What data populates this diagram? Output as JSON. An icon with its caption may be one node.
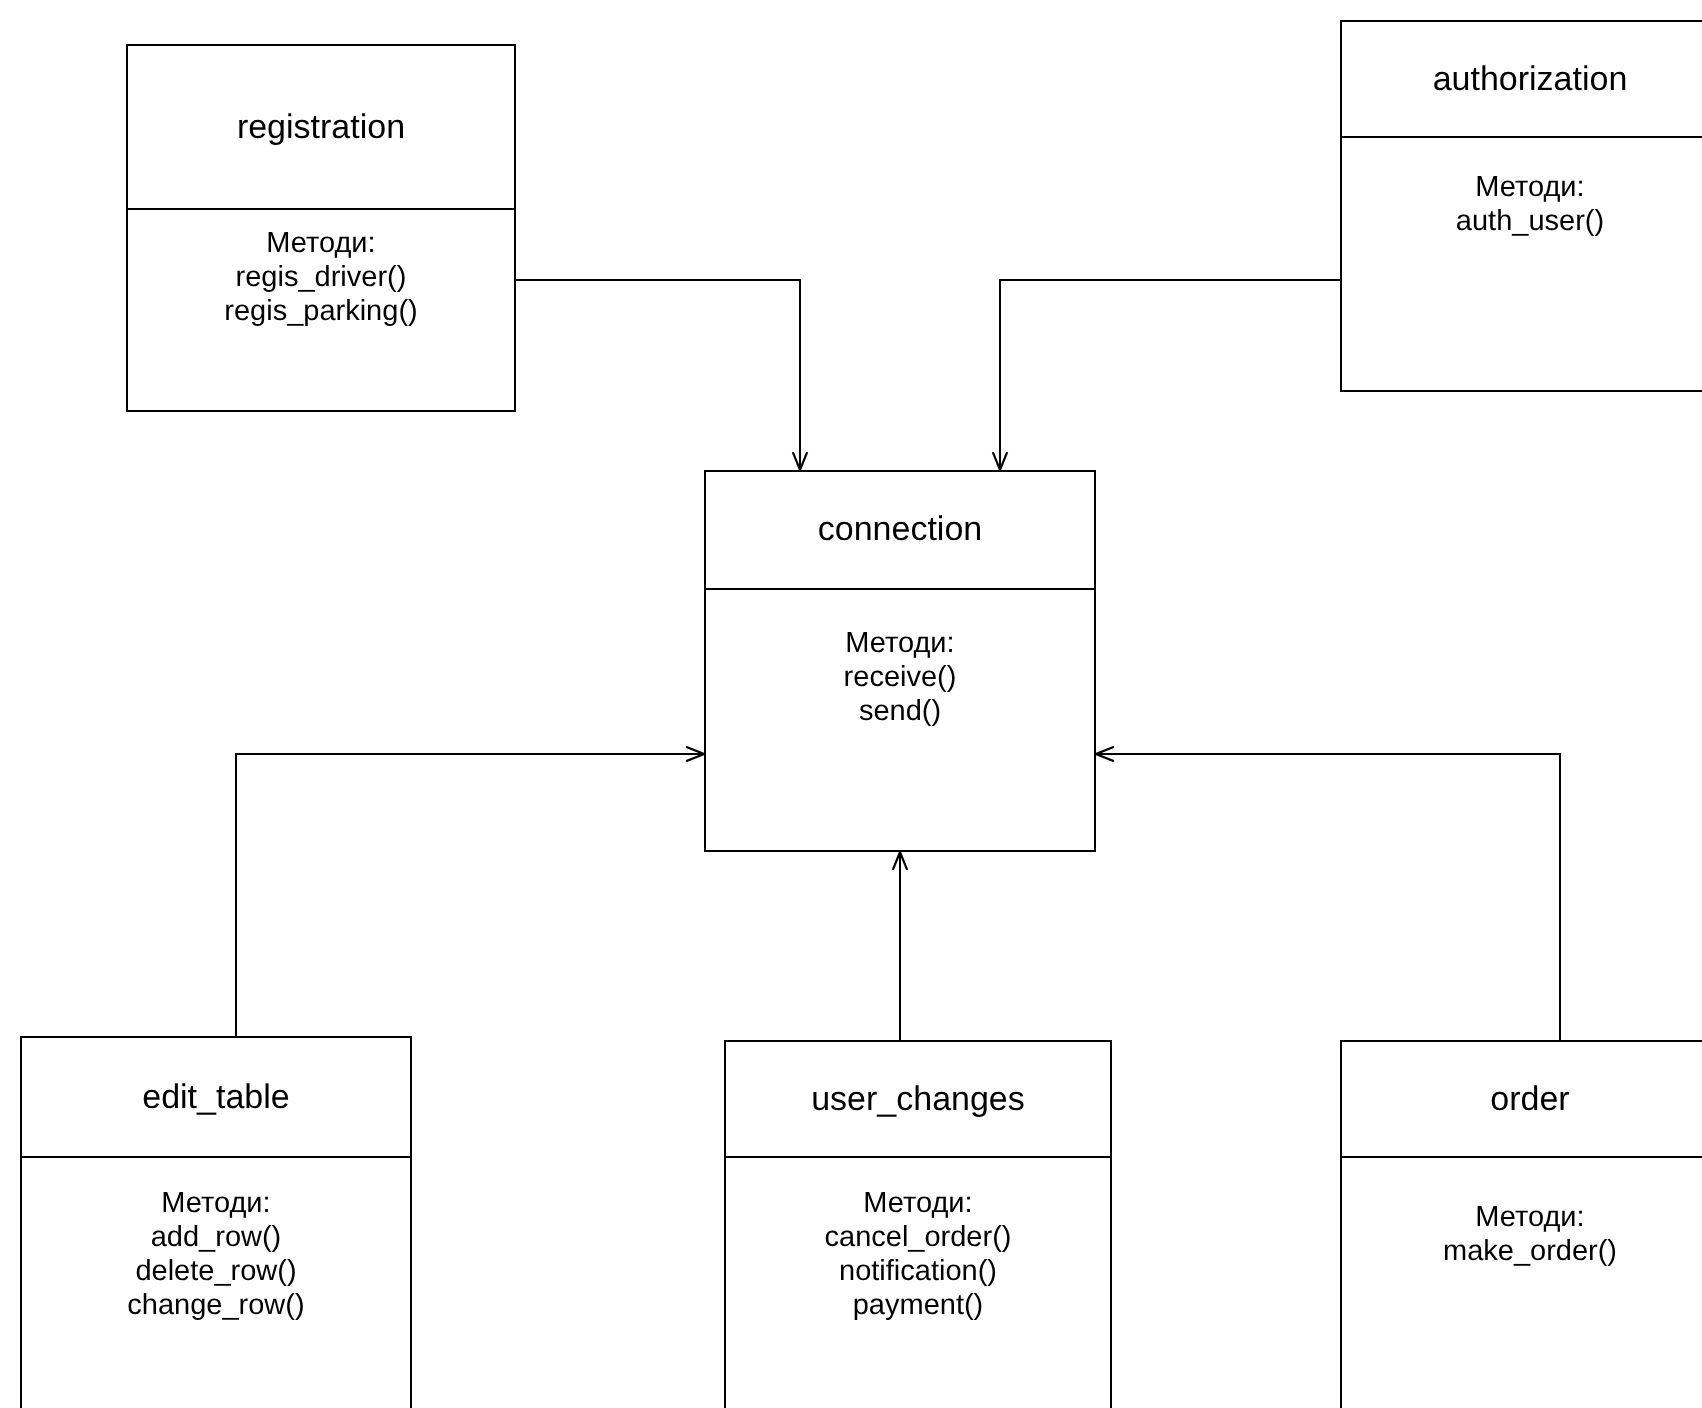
{
  "diagram": {
    "nodes": [
      {
        "text": [
          "registration",
          "Методи:",
          "regis_driver()",
          "regis_parking()"
        ]
      },
      {
        "text": [
          "authorization",
          "Методи:",
          "auth_user()"
        ]
      },
      {
        "text": [
          "connection",
          "Методи:",
          "receive()",
          "send()"
        ]
      },
      {
        "text": [
          "edit_table",
          "Методи:",
          "add_row()",
          "delete_row()",
          "change_row()"
        ]
      },
      {
        "text": [
          "user_changes",
          "Методи:",
          "cancel_order()",
          "notification()",
          "payment()"
        ]
      },
      {
        "text": [
          "order",
          "Методи:",
          "make_order()"
        ]
      }
    ],
    "edges": [
      {
        "from": 0,
        "to": 2,
        "arrow": "to"
      },
      {
        "from": 1,
        "to": 2,
        "arrow": "to"
      },
      {
        "from": 3,
        "to": 2,
        "arrow": "to"
      },
      {
        "from": 4,
        "to": 2,
        "arrow": "to"
      },
      {
        "from": 5,
        "to": 2,
        "arrow": "to"
      }
    ]
  }
}
